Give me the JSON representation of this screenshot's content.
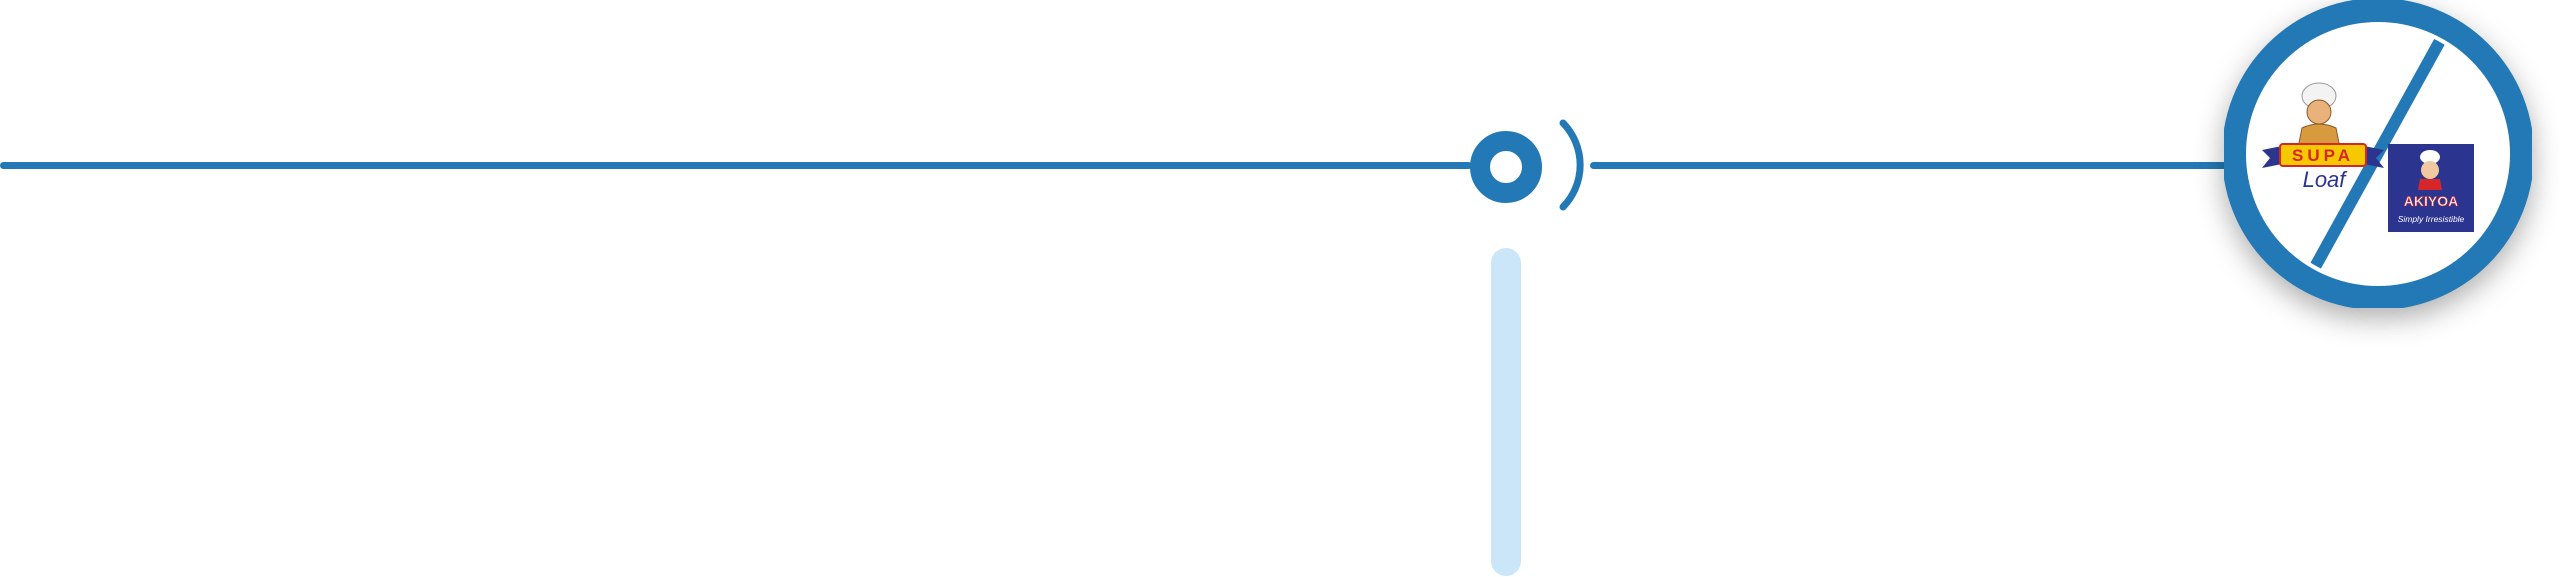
{
  "colors": {
    "accent": "#2379b6",
    "connector": "#cbe6f8",
    "background": "#ffffff",
    "akiyoa_bg": "#2b3590",
    "supa_yellow": "#f5c800",
    "supa_red": "#d6262a"
  },
  "icons": {
    "node": "ring-node-icon",
    "signal": "signal-arc-icon"
  },
  "brands": {
    "supa_loaf": {
      "top_text": "SUPA",
      "bottom_text": "Loaf"
    },
    "akiyoa": {
      "name": "AKIYOA",
      "tagline": "Simply Irresistible"
    }
  }
}
